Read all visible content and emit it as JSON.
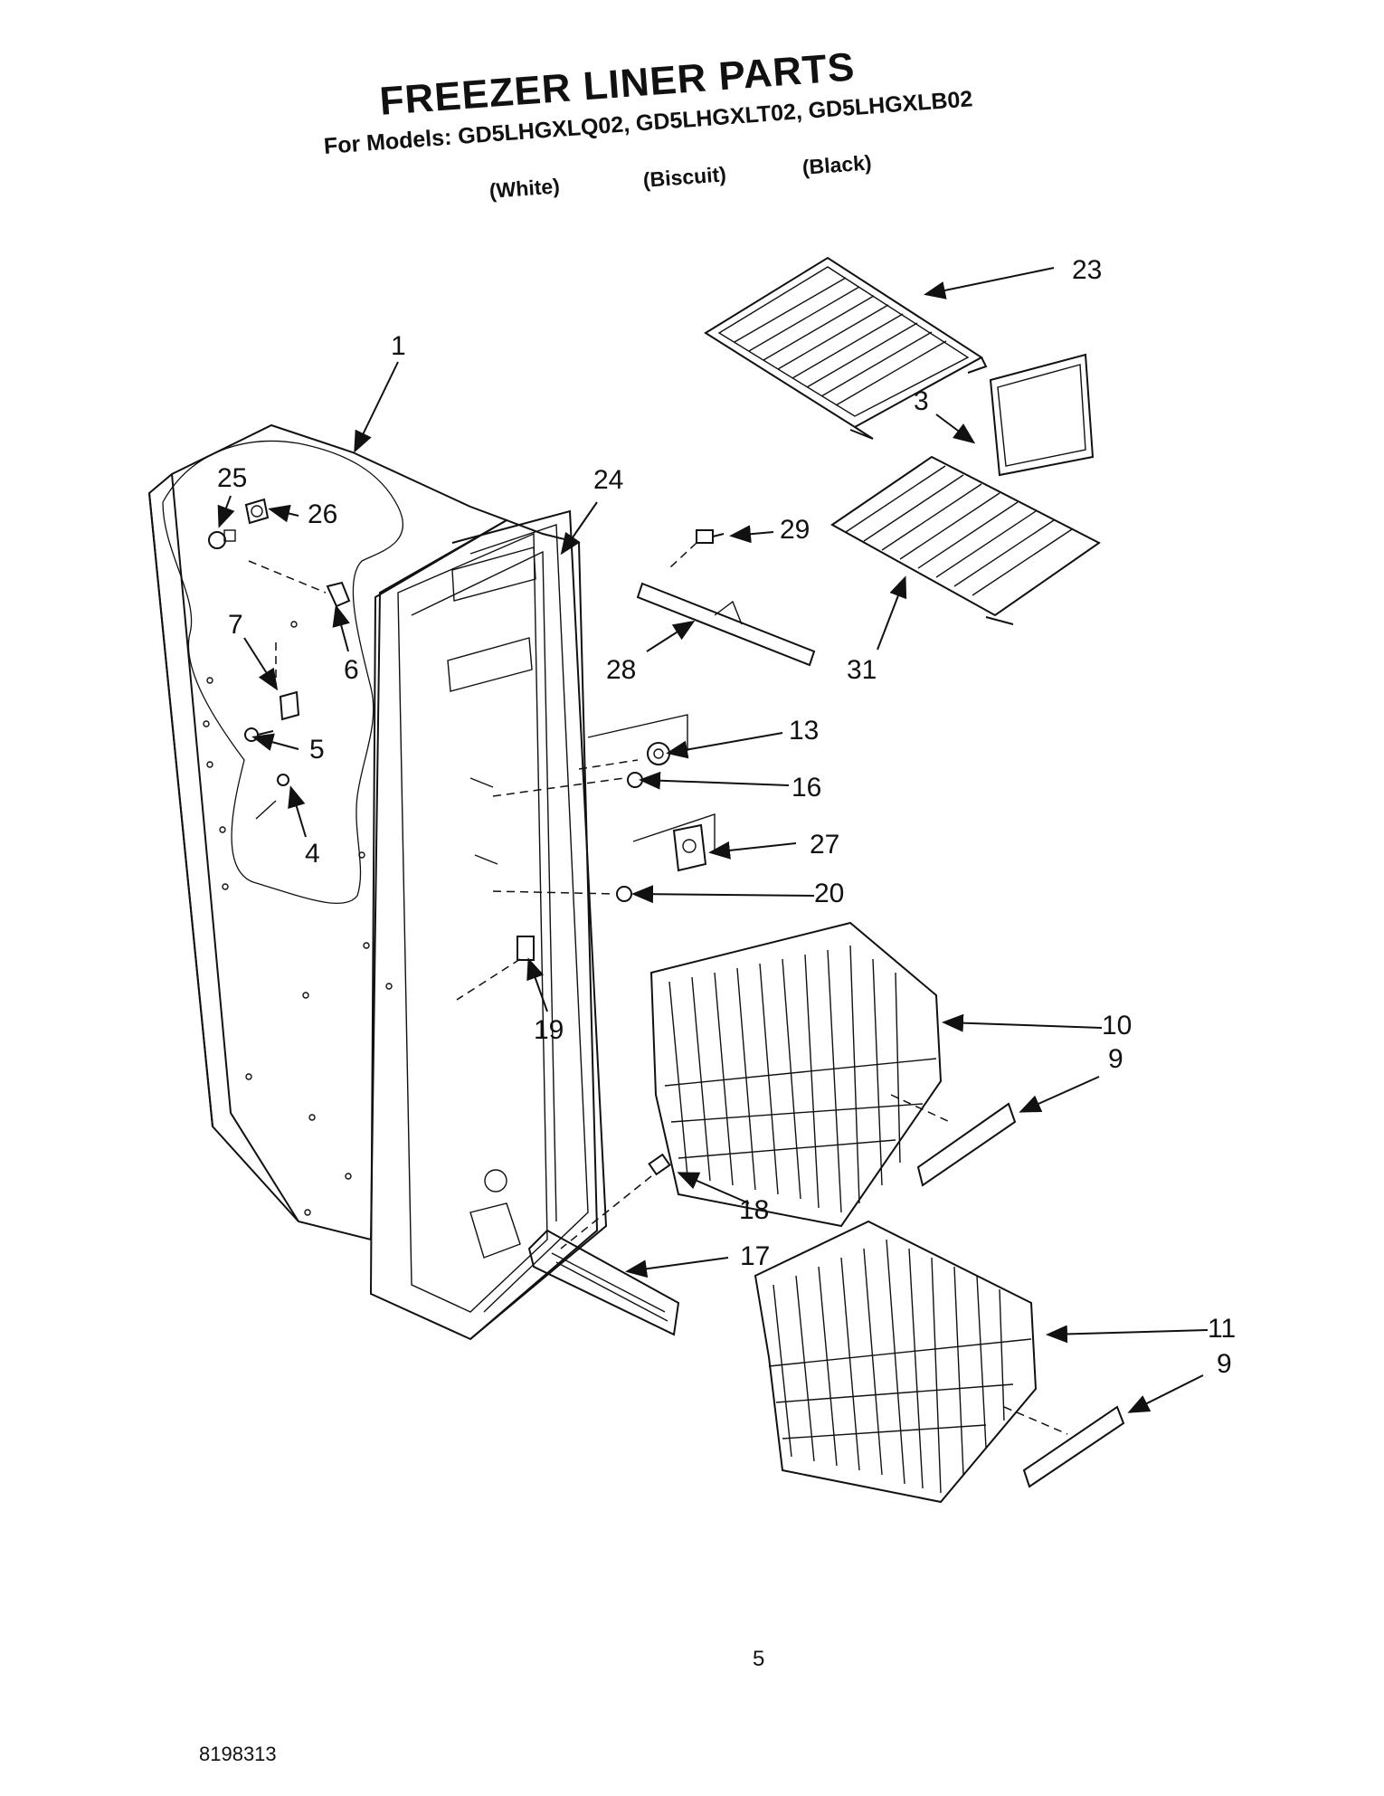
{
  "header": {
    "title": "FREEZER LINER PARTS",
    "models_line": "For Models: GD5LHGXLQ02, GD5LHGXLT02, GD5LHGXLB02",
    "color_white": "(White)",
    "color_biscuit": "(Biscuit)",
    "color_black": "(Black)"
  },
  "callouts": [
    "1",
    "23",
    "3",
    "24",
    "25",
    "26",
    "29",
    "31",
    "28",
    "6",
    "7",
    "5",
    "13",
    "16",
    "4",
    "27",
    "20",
    "10",
    "9",
    "19",
    "18",
    "17",
    "11",
    "9"
  ],
  "footer": {
    "page_number": "5",
    "doc_number": "8198313"
  }
}
